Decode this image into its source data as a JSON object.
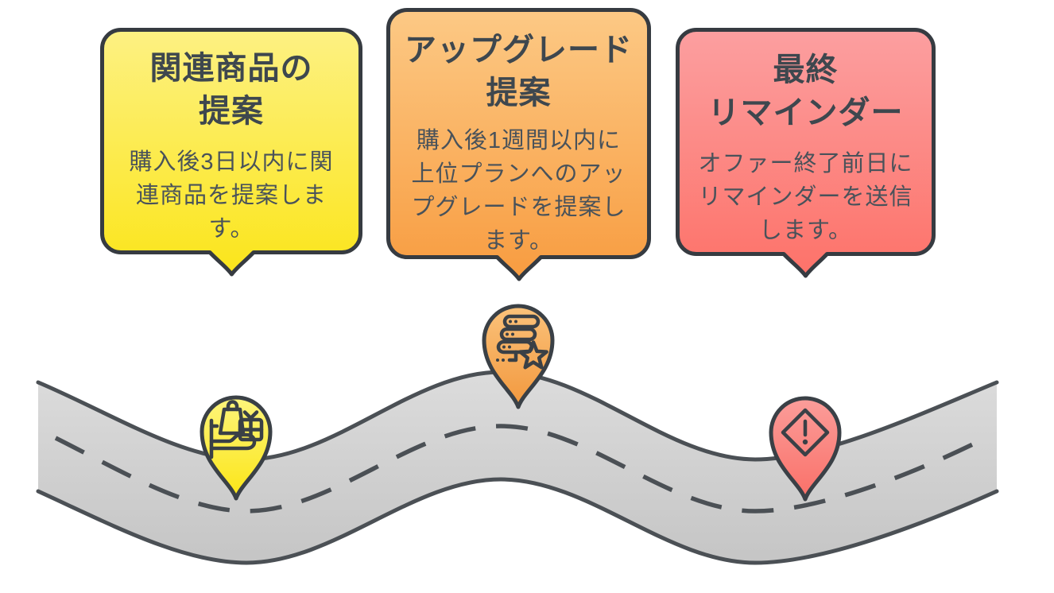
{
  "diagram": {
    "background": "#ffffff",
    "colors": {
      "box_border": "#363b41",
      "pin_border": "#3a4046",
      "icon_stroke": "#3a4046",
      "road_border": "#4b5055",
      "road_dash": "#4b5055",
      "road_fill_top": "#dcdcdc",
      "road_fill_bottom": "#c5c5c5",
      "title_text": "#3e474e",
      "body_text": "#49525a"
    },
    "road": {
      "name": "winding-road",
      "lane_marking": "dashed-center-line"
    },
    "steps": [
      {
        "title": "関連商品の\n提案",
        "body": "購入後3日以内に関\n連商品を提案しま\nす。",
        "box_top": "#fdf183",
        "box_bottom": "#fbe51a",
        "pin_top": "#fdf57e",
        "pin_bottom": "#fce513",
        "icon": "bed-shopping-bag-gift-icon"
      },
      {
        "title": "アップグレード\n提案",
        "body": "購入後1週間以内に\n上位プランへのアッ\nプグレードを提案し\nます。",
        "box_top": "#fcc985",
        "box_bottom": "#f89c40",
        "pin_top": "#fbc37c",
        "pin_bottom": "#f2973c",
        "icon": "server-star-icon"
      },
      {
        "title": "最終\nリマインダー",
        "body": "オファー終了前日に\nリマインダーを送信\nします。",
        "box_top": "#fc9fa0",
        "box_bottom": "#fd7269",
        "pin_top": "#fb9e9b",
        "pin_bottom": "#fa6f67",
        "icon": "warning-diamond-icon"
      }
    ]
  }
}
